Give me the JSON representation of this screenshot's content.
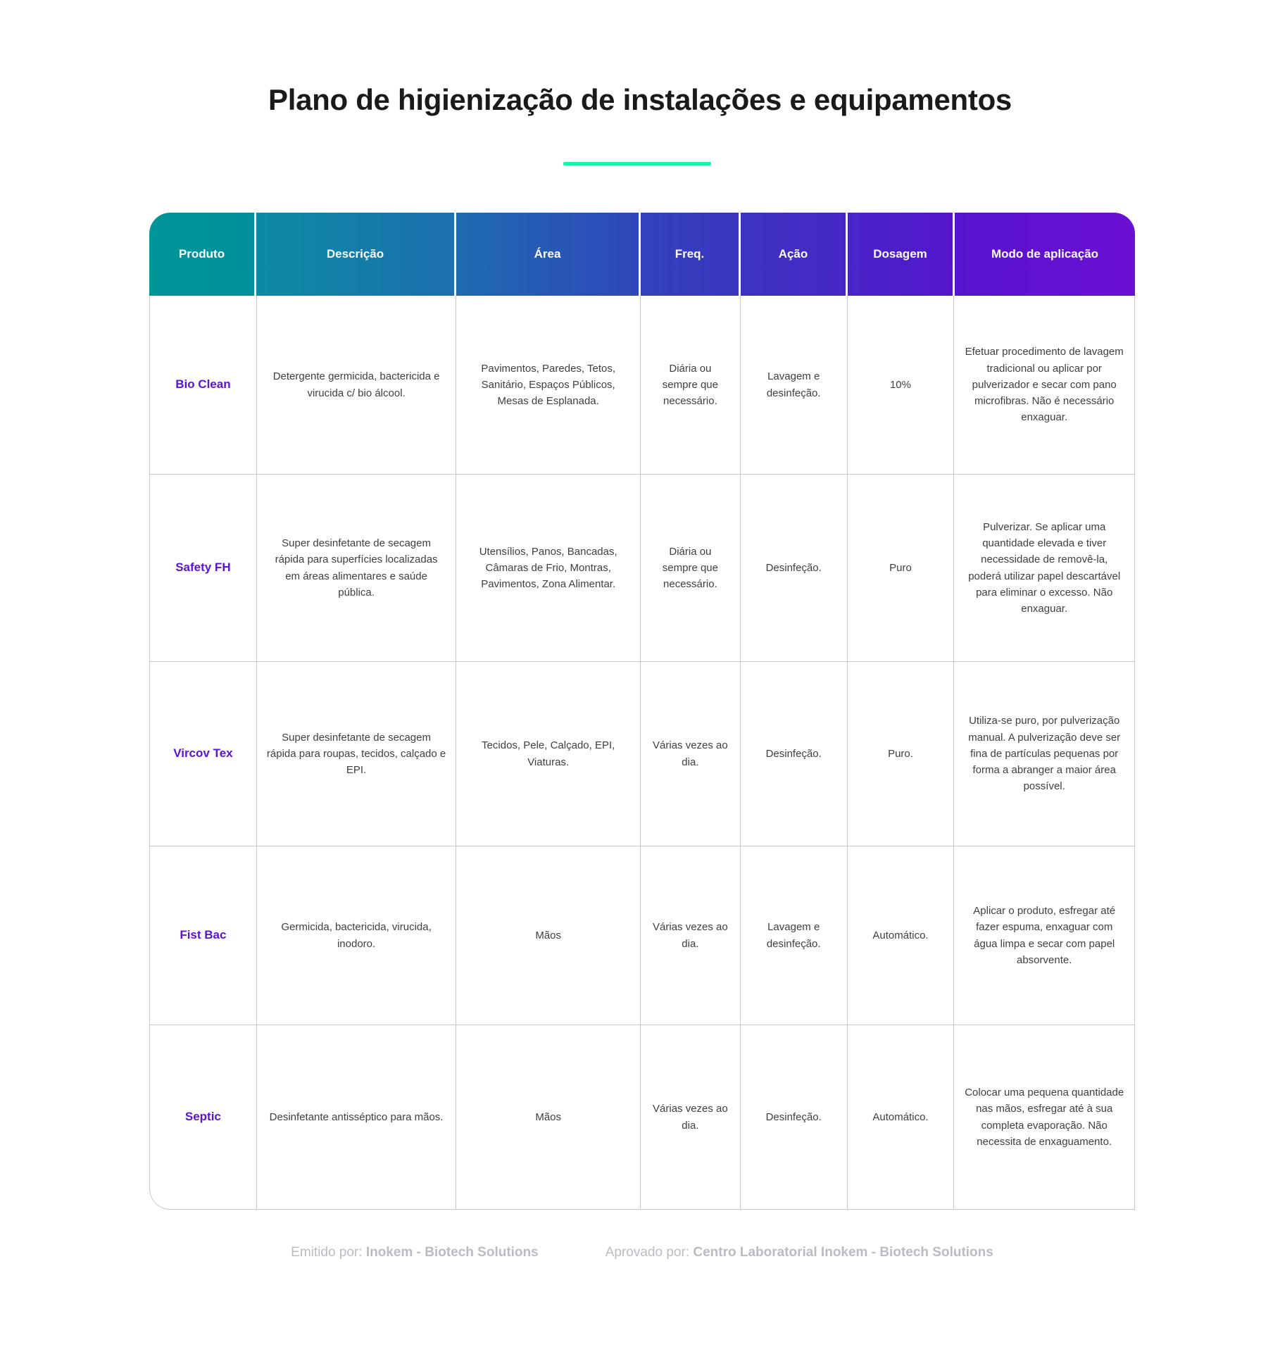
{
  "document": {
    "title": "Plano de higienização de instalações e equipamentos",
    "accent_color": "#13f5a9",
    "product_name_color": "#5b11d6"
  },
  "table": {
    "columns": [
      {
        "label": "Produto"
      },
      {
        "label": "Descrição"
      },
      {
        "label": "Área"
      },
      {
        "label": "Freq."
      },
      {
        "label": "Ação"
      },
      {
        "label": "Dosagem"
      },
      {
        "label": "Modo de\naplicação"
      }
    ],
    "rows": [
      {
        "produto": "Bio\nClean",
        "descricao": "Detergente germicida, bactericida e virucida c/ bio álcool.",
        "area": "Pavimentos, Paredes, Tetos, Sanitário, Espaços Públicos, Mesas de Esplanada.",
        "freq": "Diária ou sempre que necessário.",
        "acao": "Lavagem e desinfeção.",
        "dosagem": "10%",
        "modo": "Efetuar procedimento de lavagem tradicional ou aplicar por pulverizador e secar com pano microfibras. Não é necessário enxaguar."
      },
      {
        "produto": "Safety\nFH",
        "descricao": "Super desinfetante de secagem rápida para superfícies localizadas em áreas alimentares e saúde pública.",
        "area": "Utensílios, Panos, Bancadas, Câmaras de Frio, Montras, Pavimentos, Zona Alimentar.",
        "freq": "Diária ou sempre que necessário.",
        "acao": "Desinfeção.",
        "dosagem": "Puro",
        "modo": "Pulverizar. Se aplicar uma quantidade elevada e tiver necessidade de removê-la, poderá utilizar papel descartável para eliminar o excesso. Não enxaguar."
      },
      {
        "produto": "Vircov\nTex",
        "descricao": "Super desinfetante de secagem rápida para roupas, tecidos, calçado e EPI.",
        "area": "Tecidos, Pele, Calçado, EPI, Viaturas.",
        "freq": "Várias vezes ao dia.",
        "acao": "Desinfeção.",
        "dosagem": "Puro.",
        "modo": "Utiliza-se puro, por pulverização manual. A pulverização deve ser fina de partículas pequenas por forma a abranger a maior área possível."
      },
      {
        "produto": "Fist\nBac",
        "descricao": "Germicida, bactericida, virucida, inodoro.",
        "area": "Mãos",
        "freq": "Várias vezes ao dia.",
        "acao": "Lavagem e desinfeção.",
        "dosagem": "Automático.",
        "modo": "Aplicar o produto, esfregar até fazer espuma, enxaguar com água limpa e secar com papel absorvente."
      },
      {
        "produto": "Septic",
        "descricao": "Desinfetante antisséptico para mãos.",
        "area": "Mãos",
        "freq": "Várias vezes ao dia.",
        "acao": "Desinfeção.",
        "dosagem": "Automático.",
        "modo": "Colocar uma pequena quantidade nas mãos, esfregar até à sua completa evaporação. Não necessita de enxaguamento."
      }
    ]
  },
  "footer": {
    "issued": {
      "label": "Emitido por: ",
      "value": "Inokem - Biotech Solutions"
    },
    "approved": {
      "label": "Aprovado por: ",
      "value": "Centro Laboratorial Inokem - Biotech Solutions"
    }
  }
}
